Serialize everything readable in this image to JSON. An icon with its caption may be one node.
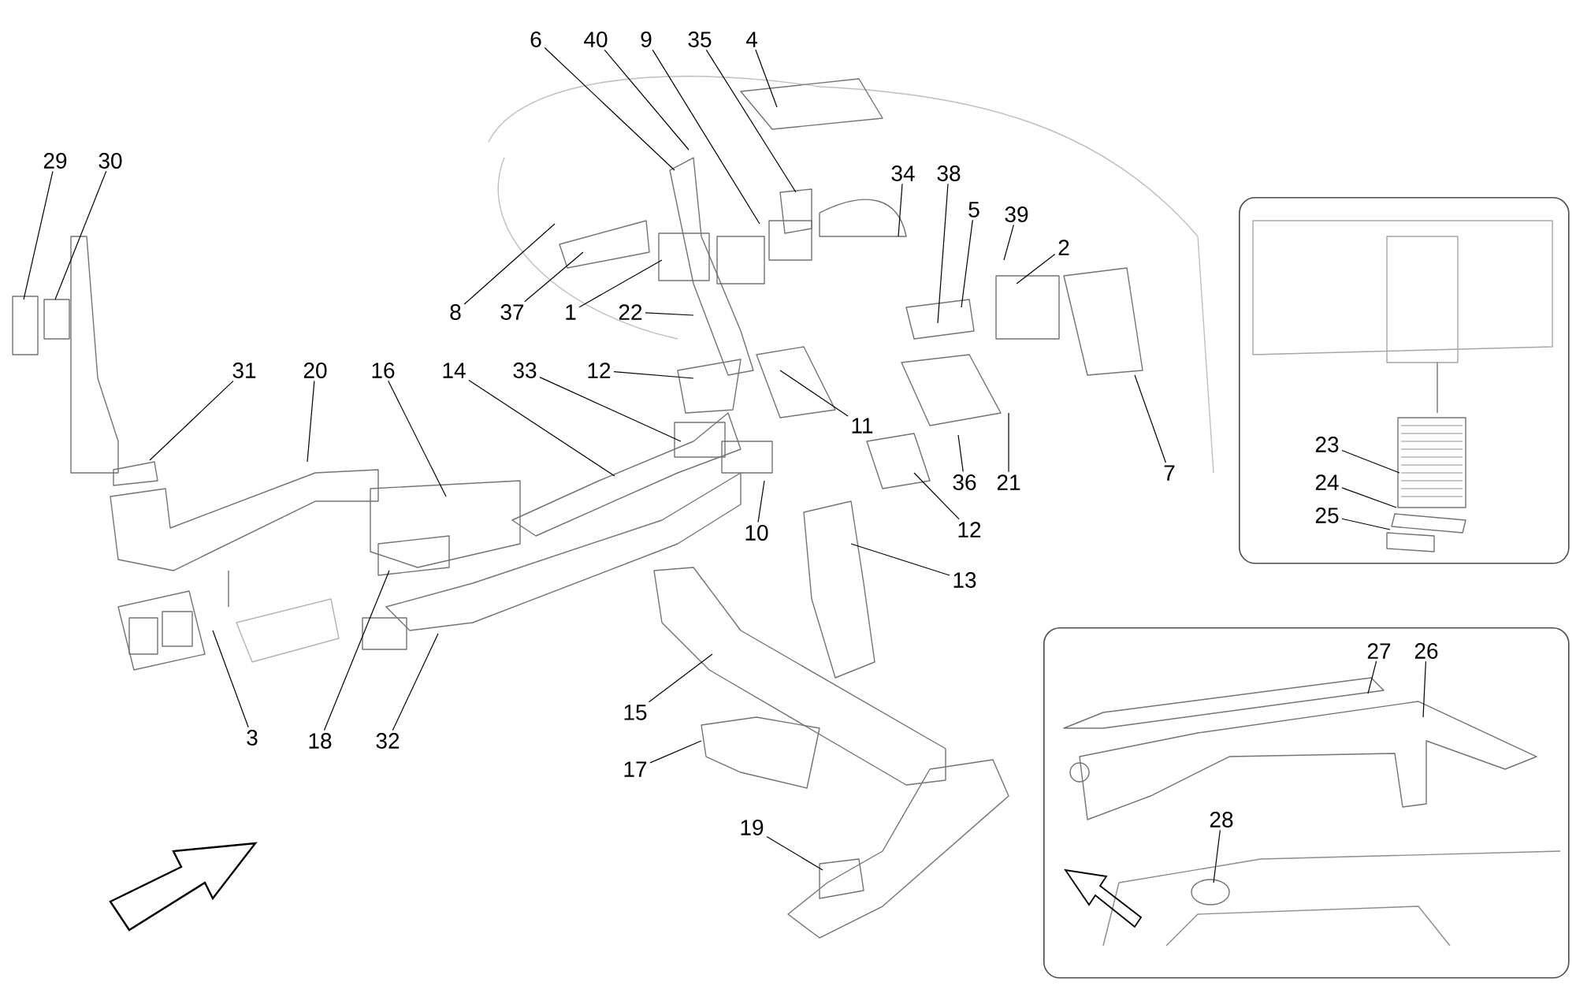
{
  "diagram": {
    "nodes": [
      {
        "text": [
          "6"
        ]
      },
      {
        "text": [
          "40"
        ]
      },
      {
        "text": [
          "9"
        ]
      },
      {
        "text": [
          "35"
        ]
      },
      {
        "text": [
          "4"
        ]
      },
      {
        "text": [
          "29"
        ]
      },
      {
        "text": [
          "30"
        ]
      },
      {
        "text": [
          "34"
        ]
      },
      {
        "text": [
          "38"
        ]
      },
      {
        "text": [
          "5"
        ]
      },
      {
        "text": [
          "39"
        ]
      },
      {
        "text": [
          "2"
        ]
      },
      {
        "text": [
          "8"
        ]
      },
      {
        "text": [
          "37"
        ]
      },
      {
        "text": [
          "1"
        ]
      },
      {
        "text": [
          "22"
        ]
      },
      {
        "text": [],
        "shape": "box"
      },
      {
        "text": [
          "23"
        ],
        "in": 16
      },
      {
        "text": [
          "24"
        ],
        "in": 16
      },
      {
        "text": [
          "25"
        ],
        "in": 16
      },
      {
        "text": [
          "31"
        ]
      },
      {
        "text": [
          "20"
        ]
      },
      {
        "text": [
          "16"
        ]
      },
      {
        "text": [
          "14"
        ]
      },
      {
        "text": [
          "33"
        ]
      },
      {
        "text": [
          "12"
        ]
      },
      {
        "text": [
          "11"
        ]
      },
      {
        "text": [
          "21"
        ]
      },
      {
        "text": [
          "36"
        ]
      },
      {
        "text": [
          "7"
        ]
      },
      {
        "text": [
          "10"
        ]
      },
      {
        "text": [
          "12"
        ]
      },
      {
        "text": [
          "13"
        ]
      },
      {
        "text": [],
        "shape": "box"
      },
      {
        "text": [
          "27"
        ],
        "in": 33
      },
      {
        "text": [
          "26"
        ],
        "in": 33
      },
      {
        "text": [
          "28"
        ],
        "in": 33
      },
      {
        "text": [
          "15"
        ]
      },
      {
        "text": [
          "17"
        ]
      },
      {
        "text": [
          "3"
        ]
      },
      {
        "text": [
          "18"
        ]
      },
      {
        "text": [
          "32"
        ]
      },
      {
        "text": [
          "19"
        ]
      }
    ],
    "edges": [
      {
        "from": 0,
        "to": null,
        "arrow": "none"
      },
      {
        "from": 1,
        "to": null,
        "arrow": "none"
      },
      {
        "from": 2,
        "to": null,
        "arrow": "none"
      },
      {
        "from": 3,
        "to": null,
        "arrow": "none"
      },
      {
        "from": 4,
        "to": null,
        "arrow": "none"
      },
      {
        "from": 5,
        "to": null,
        "arrow": "none"
      },
      {
        "from": 6,
        "to": null,
        "arrow": "none"
      },
      {
        "from": 7,
        "to": null,
        "arrow": "none"
      },
      {
        "from": 8,
        "to": null,
        "arrow": "none"
      },
      {
        "from": 9,
        "to": null,
        "arrow": "none"
      },
      {
        "from": 10,
        "to": null,
        "arrow": "none"
      },
      {
        "from": 11,
        "to": null,
        "arrow": "none"
      },
      {
        "from": 12,
        "to": null,
        "arrow": "none"
      },
      {
        "from": 13,
        "to": null,
        "arrow": "none"
      },
      {
        "from": 14,
        "to": null,
        "arrow": "none"
      },
      {
        "from": 15,
        "to": null,
        "arrow": "none"
      },
      {
        "from": 17,
        "to": null,
        "arrow": "none"
      },
      {
        "from": 18,
        "to": null,
        "arrow": "none"
      },
      {
        "from": 19,
        "to": null,
        "arrow": "none"
      },
      {
        "from": 20,
        "to": null,
        "arrow": "none"
      },
      {
        "from": 21,
        "to": null,
        "arrow": "none"
      },
      {
        "from": 22,
        "to": null,
        "arrow": "none"
      },
      {
        "from": 23,
        "to": null,
        "arrow": "none"
      },
      {
        "from": 24,
        "to": null,
        "arrow": "none"
      },
      {
        "from": 25,
        "to": null,
        "arrow": "none"
      },
      {
        "from": 26,
        "to": null,
        "arrow": "none"
      },
      {
        "from": 27,
        "to": null,
        "arrow": "none"
      },
      {
        "from": 28,
        "to": null,
        "arrow": "none"
      },
      {
        "from": 29,
        "to": null,
        "arrow": "none"
      },
      {
        "from": 30,
        "to": null,
        "arrow": "none"
      },
      {
        "from": 31,
        "to": null,
        "arrow": "none"
      },
      {
        "from": 32,
        "to": null,
        "arrow": "none"
      },
      {
        "from": 34,
        "to": null,
        "arrow": "none"
      },
      {
        "from": 35,
        "to": null,
        "arrow": "none"
      },
      {
        "from": 36,
        "to": null,
        "arrow": "none"
      },
      {
        "from": 37,
        "to": null,
        "arrow": "none"
      },
      {
        "from": 38,
        "to": null,
        "arrow": "none"
      },
      {
        "from": 39,
        "to": null,
        "arrow": "none"
      },
      {
        "from": 40,
        "to": null,
        "arrow": "none"
      },
      {
        "from": 41,
        "to": null,
        "arrow": "none"
      },
      {
        "from": 42,
        "to": null,
        "arrow": "none"
      }
    ]
  }
}
